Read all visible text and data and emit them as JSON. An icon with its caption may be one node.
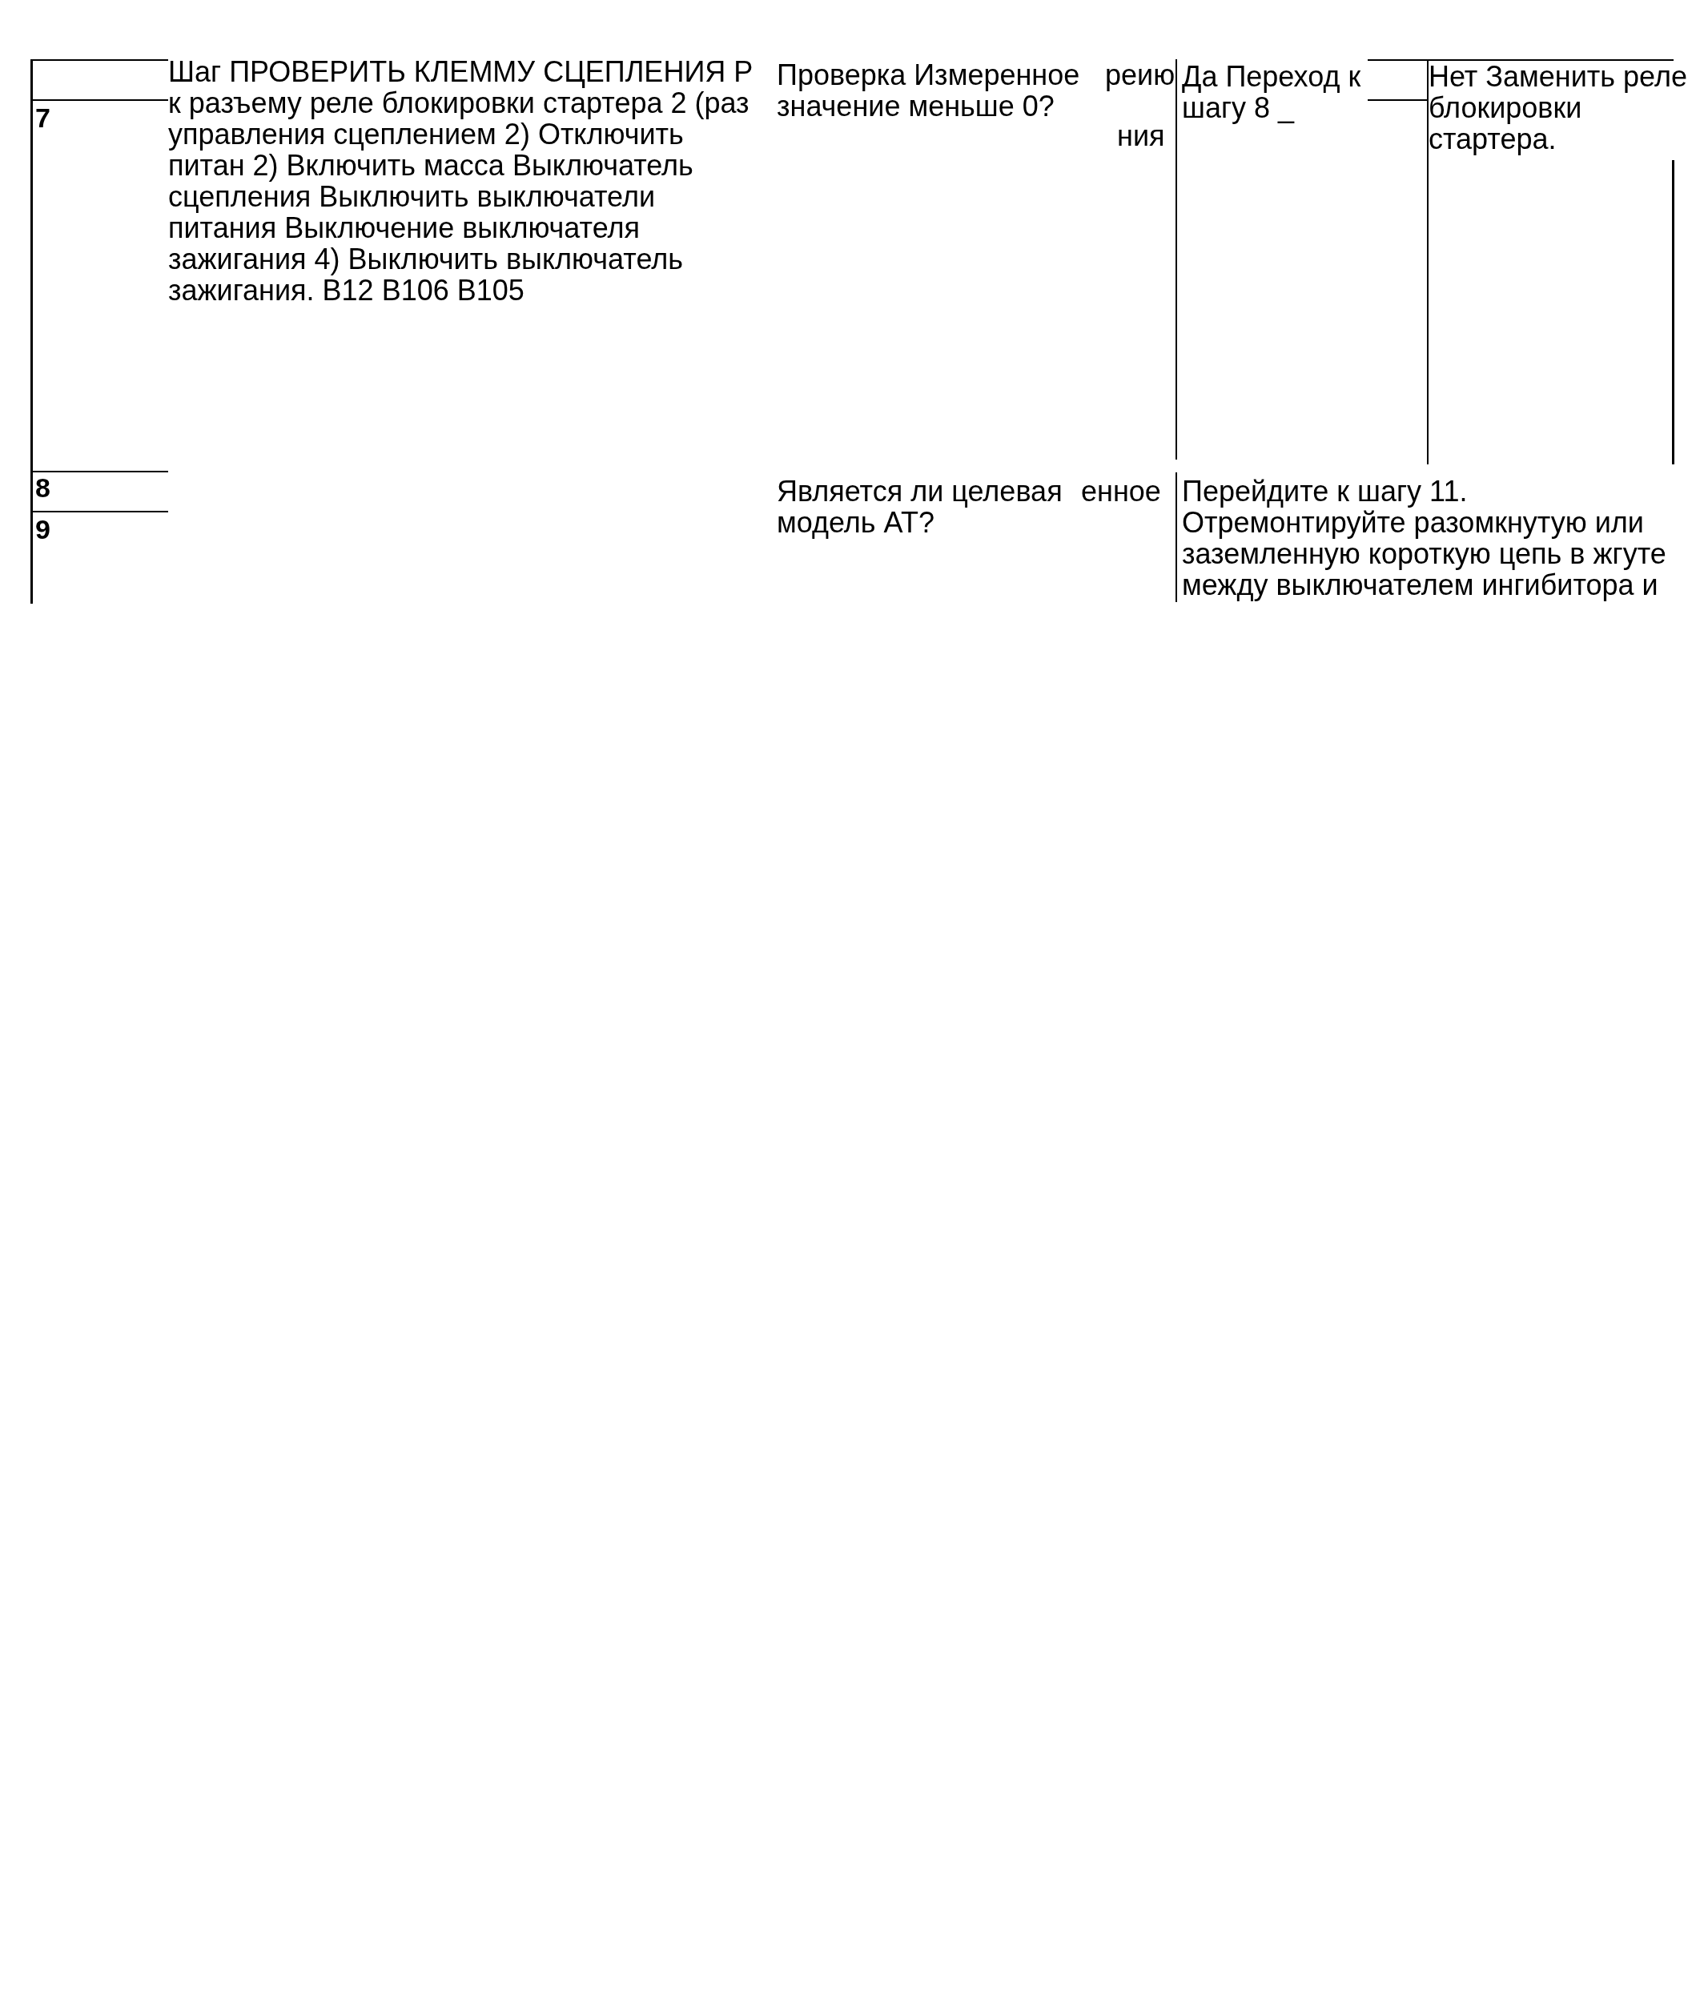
{
  "diagram": {
    "labels": [
      "7",
      "Шаг ПРОВЕРИТЬ КЛЕММУ СЦЕПЛЕНИЯ Р к разъему реле блокировки стартера 2 (раз управления сцеплением 2) Отключить питан 2) Включить масса Выключатель сцепления Выключить выключатели питания Выключение выключателя зажигания 4) Выключить выключатель зажигания. B12 B106 B105",
      "Проверка Измеренное значение меньше 0?",
      "реию",
      "ния",
      "Да Переход к шагу 8 _",
      "Нет Заменить реле блокировки стартера.",
      "8",
      "9",
      "Является ли целевая модель AT?",
      "енное",
      "Перейдите к шагу 11. Отремонтируйте разомкнутую или заземленную короткую цепь в жгуте между выключателем ингибитора и"
    ]
  }
}
